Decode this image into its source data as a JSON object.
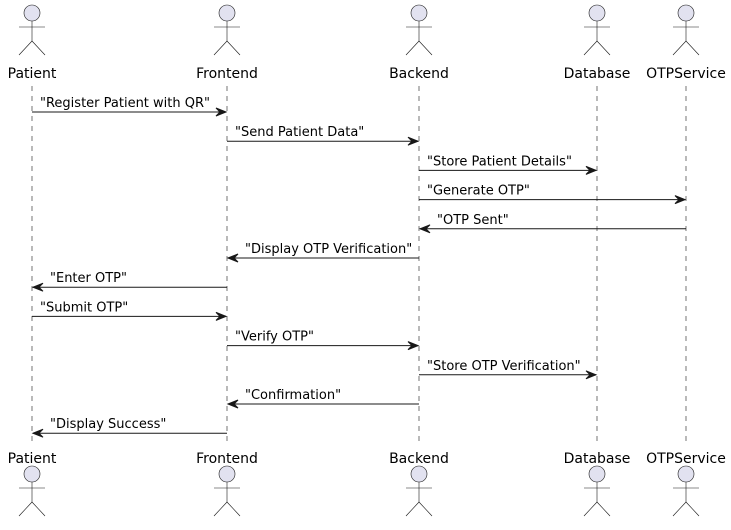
{
  "participants": [
    {
      "id": "patient",
      "label": "Patient"
    },
    {
      "id": "frontend",
      "label": "Frontend"
    },
    {
      "id": "backend",
      "label": "Backend"
    },
    {
      "id": "database",
      "label": "Database"
    },
    {
      "id": "otpservice",
      "label": "OTPService"
    }
  ],
  "messages": [
    {
      "from": "patient",
      "to": "frontend",
      "label": "\"Register Patient with QR\""
    },
    {
      "from": "frontend",
      "to": "backend",
      "label": "\"Send Patient Data\""
    },
    {
      "from": "backend",
      "to": "database",
      "label": "\"Store Patient Details\""
    },
    {
      "from": "backend",
      "to": "otpservice",
      "label": "\"Generate OTP\""
    },
    {
      "from": "otpservice",
      "to": "backend",
      "label": "\"OTP Sent\""
    },
    {
      "from": "backend",
      "to": "frontend",
      "label": "\"Display OTP Verification\""
    },
    {
      "from": "frontend",
      "to": "patient",
      "label": "\"Enter OTP\""
    },
    {
      "from": "patient",
      "to": "frontend",
      "label": "\"Submit OTP\""
    },
    {
      "from": "frontend",
      "to": "backend",
      "label": "\"Verify OTP\""
    },
    {
      "from": "backend",
      "to": "database",
      "label": "\"Store OTP Verification\""
    },
    {
      "from": "backend",
      "to": "frontend",
      "label": "\"Confirmation\""
    },
    {
      "from": "frontend",
      "to": "patient",
      "label": "\"Display Success\""
    }
  ]
}
